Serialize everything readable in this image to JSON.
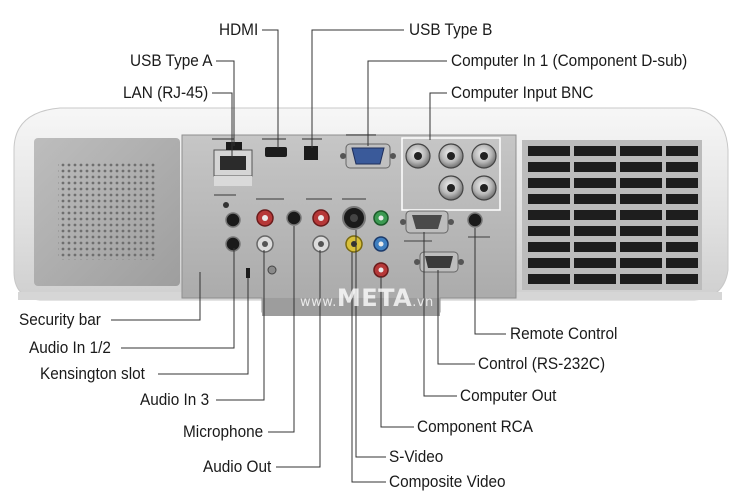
{
  "labels": {
    "hdmi": "HDMI",
    "usb_b": "USB Type B",
    "usb_a": "USB Type A",
    "computer_in1": "Computer In 1 (Component D-sub)",
    "lan": "LAN (RJ-45)",
    "computer_bnc": "Computer Input BNC",
    "security_bar": "Security bar",
    "audio_in12": "Audio In 1/2",
    "kensington": "Kensington slot",
    "audio_in3": "Audio In 3",
    "microphone": "Microphone",
    "audio_out": "Audio Out",
    "remote": "Remote Control",
    "rs232": "Control (RS-232C)",
    "computer_out": "Computer Out",
    "component_rca": "Component RCA",
    "svideo": "S-Video",
    "composite": "Composite Video"
  },
  "watermark": {
    "prefix": "www.",
    "brand": "META",
    "suffix": ".vn"
  },
  "colors": {
    "label_text": "#1a1a1a",
    "leader_line": "#333333",
    "housing": "#e6e6e6",
    "panel": "#b5b5b5",
    "vent": "#2a2a2a"
  }
}
